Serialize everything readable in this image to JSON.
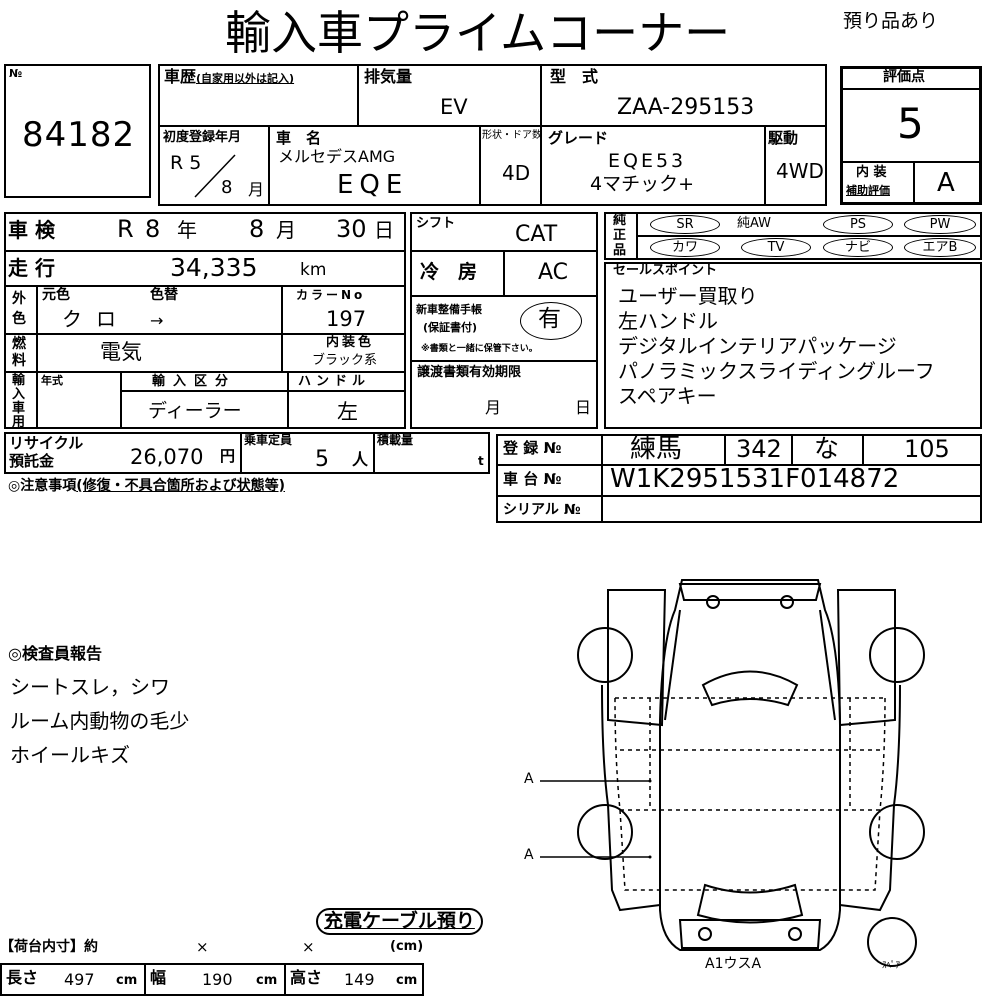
{
  "header": {
    "title": "輸入車プライムコーナー",
    "note": "預り品あり"
  },
  "lot": {
    "label": "№",
    "number": "84182"
  },
  "history": {
    "label": "車歴",
    "sublabel": "(自家用以外は記入)"
  },
  "displacement": {
    "label": "排気量",
    "value": "EV"
  },
  "model_type": {
    "label": "型　式",
    "value": "ZAA-295153"
  },
  "first_reg": {
    "label": "初度登録年月",
    "era_year": "R 5",
    "month": "8",
    "month_unit": "月"
  },
  "car_name": {
    "label": "車　名",
    "maker": "メルセデスAMG",
    "name": "EQE"
  },
  "doors": {
    "label": "形状・ドア数",
    "value": "4D"
  },
  "grade": {
    "label": "グレード",
    "line1": "EQE53",
    "line2": "4マチック+"
  },
  "drive": {
    "label": "駆動",
    "value": "4WD"
  },
  "score": {
    "label": "評価点",
    "value": "5",
    "interior_label_1": "内 装",
    "interior_label_2": "補助評価",
    "interior_value": "A"
  },
  "inspection": {
    "label": "車 検",
    "era": "R",
    "year": "8",
    "year_unit": "年",
    "month": "8",
    "month_unit": "月",
    "day": "30",
    "day_unit": "日"
  },
  "shift": {
    "label": "シフト",
    "value": "CAT"
  },
  "equipment": {
    "label": "純正品",
    "row1": [
      "SR",
      "純AW",
      "PS",
      "PW"
    ],
    "row2": [
      "カワ",
      "TV",
      "ナビ",
      "エアB"
    ]
  },
  "mileage": {
    "label": "走 行",
    "value": "34,335",
    "unit": "km"
  },
  "cooling": {
    "label": "冷　房",
    "value": "AC"
  },
  "sales_points": {
    "label": "セールスポイント",
    "items": [
      "ユーザー買取り",
      "左ハンドル",
      "デジタルインテリアパッケージ",
      "パノラミックスライディングルーフ",
      "スペアキー"
    ]
  },
  "exterior_color": {
    "side_label": "外色",
    "orig_label": "元色",
    "repaint_label": "色替",
    "orig_value": "クロ",
    "arrow": "→",
    "color_no_label": "カラーNo",
    "color_no": "197"
  },
  "maintenance_book": {
    "label_1": "新車整備手帳",
    "label_2": "(保証書付)",
    "value": "有",
    "note": "※書類と一緒に保管下さい。"
  },
  "fuel": {
    "label": "燃料",
    "value": "電気"
  },
  "interior_color": {
    "label": "内装色",
    "value": "ブラック系"
  },
  "import": {
    "side_label": "輸入車用",
    "year_label": "年式",
    "category_label": "輸入区分",
    "category_value": "ディーラー",
    "handle_label": "ハンドル",
    "handle_value": "左"
  },
  "transfer_docs": {
    "label": "譲渡書類有効期限",
    "month_unit": "月",
    "day_unit": "日"
  },
  "recycle": {
    "label_1": "リサイクル",
    "label_2": "預託金",
    "value": "26,070",
    "unit": "円"
  },
  "capacity": {
    "label": "乗車定員",
    "value": "5",
    "unit": "人"
  },
  "load": {
    "label": "積載量",
    "unit": "t"
  },
  "registration": {
    "label": "登 録 №",
    "area": "練馬",
    "class": "342",
    "kana": "な",
    "number": "105"
  },
  "chassis": {
    "label": "車 台 №",
    "value": "W1K2951531F014872"
  },
  "serial": {
    "label": "シリアル №"
  },
  "caution": {
    "label": "◎注意事項",
    "sublabel": "(修復・不具合箇所および状態等)"
  },
  "inspector": {
    "label": "◎検査員報告",
    "items": [
      "シートスレ，シワ",
      "ルーム内動物の毛少",
      "ホイールキズ"
    ]
  },
  "diagram": {
    "mark_1": "A",
    "mark_2": "A",
    "bottom_label": "A1ウスA",
    "spare_label": "ｽﾍﾟｱ"
  },
  "charging_note": "充電ケーブル預り",
  "cargo": {
    "label": "【荷台内寸】約",
    "x1": "×",
    "x2": "×",
    "unit_paren": "(cm)",
    "length_label": "長さ",
    "length": "497",
    "width_label": "幅",
    "width": "190",
    "height_label": "高さ",
    "height": "149",
    "unit": "cm"
  }
}
